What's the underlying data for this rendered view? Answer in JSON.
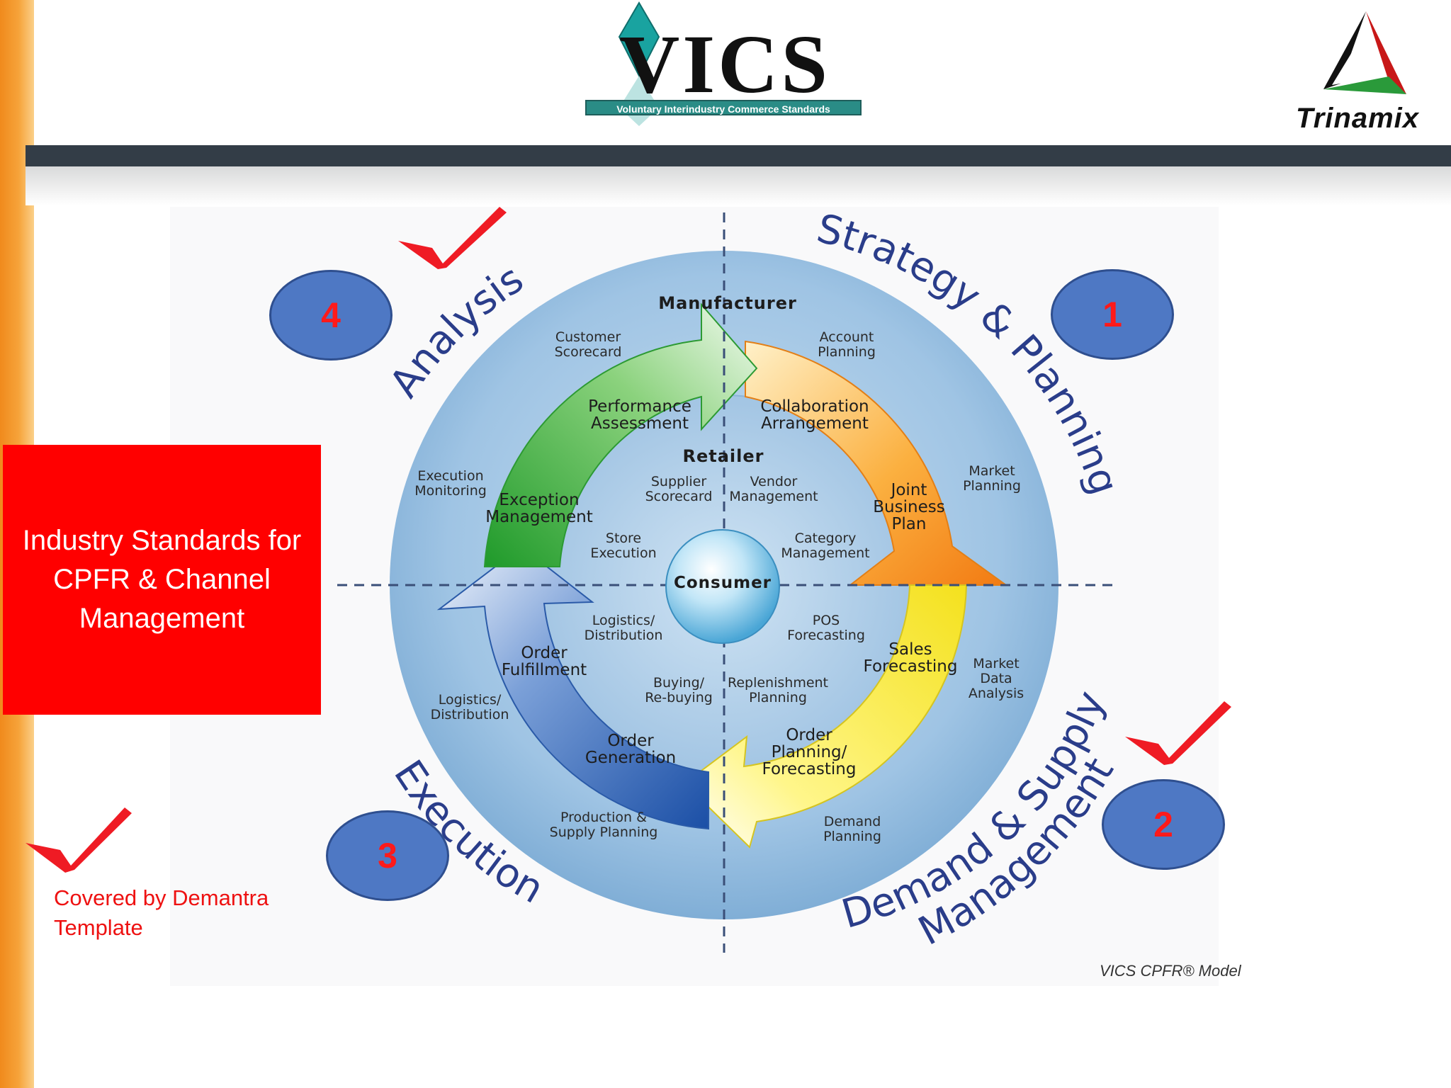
{
  "header": {
    "vics_wordmark": "VICS",
    "vics_tagline": "Voluntary Interindustry Commerce Standards",
    "trinamix_wordmark": "Trinamix"
  },
  "colors": {
    "accent_red": "#ff0000",
    "badge_blue": "#4e78c4",
    "header_bar": "#333d47",
    "stripe_orange": "#f08a1c"
  },
  "diagram": {
    "quadrants": {
      "strategy": "Strategy & Planning",
      "demand": "Demand & Supply",
      "demand2": "Management",
      "execution": "Execution",
      "analysis": "Analysis"
    },
    "rings": {
      "manufacturer": "Manufacturer",
      "retailer": "Retailer",
      "consumer": "Consumer"
    },
    "outer": {
      "account_planning": "Account\nPlanning",
      "market_planning": "Market\nPlanning",
      "market_data_analysis": "Market\nData\nAnalysis",
      "demand_planning": "Demand\nPlanning",
      "production_supply": "Production &\nSupply Planning",
      "logistics_outer": "Logistics/\nDistribution",
      "execution_monitoring": "Execution\nMonitoring",
      "customer_scorecard": "Customer\nScorecard"
    },
    "arrows": {
      "collaboration": "Collaboration\nArrangement",
      "joint_business_plan": "Joint\nBusiness\nPlan",
      "sales_forecasting": "Sales\nForecasting",
      "order_planning": "Order\nPlanning/\nForecasting",
      "order_generation": "Order\nGeneration",
      "order_fulfillment": "Order\nFulfillment",
      "exception_management": "Exception\nManagement",
      "performance_assessment": "Performance\nAssessment"
    },
    "inner": {
      "supplier_scorecard": "Supplier\nScorecard",
      "vendor_management": "Vendor\nManagement",
      "category_management": "Category\nManagement",
      "pos_forecasting": "POS\nForecasting",
      "replenishment_planning": "Replenishment\nPlanning",
      "buying": "Buying/\nRe-buying",
      "logistics_inner": "Logistics/\nDistribution",
      "store_execution": "Store\nExecution"
    },
    "caption": "VICS CPFR® Model"
  },
  "badges": {
    "one": "1",
    "two": "2",
    "three": "3",
    "four": "4"
  },
  "standards_box": "Industry Standards for CPFR & Channel Management",
  "legend": {
    "covered": "Covered by Demantra\nTemplate"
  }
}
